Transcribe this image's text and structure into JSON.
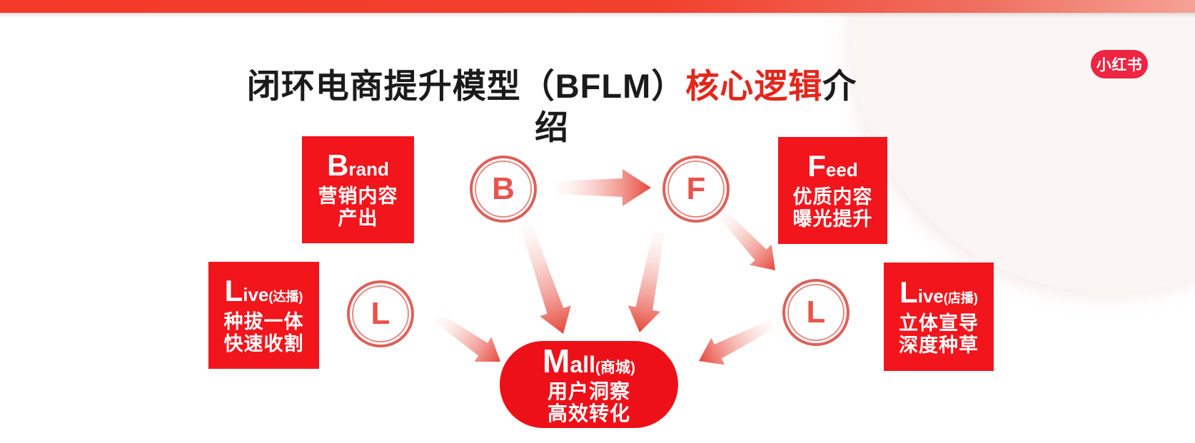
{
  "slide": {
    "title": {
      "prefix": "闭环电商提升模型（BFLM）",
      "highlight": "核心逻辑",
      "suffix": "介绍"
    },
    "logo_text": "小红书"
  },
  "diagram": {
    "boxes": {
      "brand": {
        "big": "B",
        "rest": "rand",
        "suffix": "",
        "line1": "营销内容",
        "line2": "产出"
      },
      "feed": {
        "big": "F",
        "rest": "eed",
        "suffix": "",
        "line1": "优质内容",
        "line2": "曝光提升"
      },
      "live_left": {
        "big": "L",
        "rest": "ive",
        "suffix": "(达播)",
        "line1": "种拔一体",
        "line2": "快速收割"
      },
      "live_right": {
        "big": "L",
        "rest": "ive",
        "suffix": "(店播)",
        "line1": "立体宣导",
        "line2": "深度种草"
      },
      "mall": {
        "big": "M",
        "rest": "all",
        "suffix": "(商城)",
        "line1": "用户洞察",
        "line2": "高效转化"
      }
    },
    "circles": {
      "b": "B",
      "f": "F",
      "l_left": "L",
      "l_right": "L"
    },
    "arrow_names": [
      "arrow-b-to-f",
      "arrow-b-to-mall",
      "arrow-f-to-mall",
      "arrow-f-to-live-right",
      "arrow-live-left-to-mall",
      "arrow-live-right-to-mall"
    ],
    "colors": {
      "box_red": "#f2151c",
      "mall_red": "#ee1019",
      "ring_red": "#dd6159",
      "letter_red": "#e7544b",
      "arrow_red": "#e6453a",
      "title_red": "#e3271b",
      "topbar_left": "#f43a2a",
      "topbar_right": "#f5a296",
      "logo_red": "#ee2442"
    }
  }
}
